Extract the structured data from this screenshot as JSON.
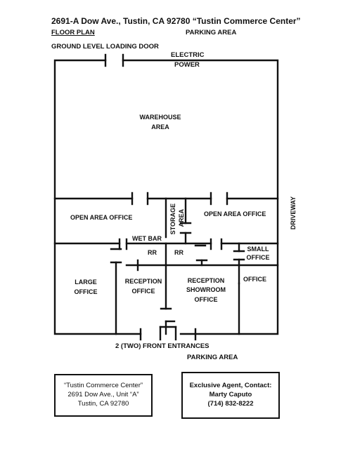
{
  "header": {
    "title": "2691-A Dow Ave., Tustin, CA 92780 “Tustin Commerce Center”",
    "floor_plan": "FLOOR PLAN",
    "parking_top": "PARKING AREA",
    "loading_door": "GROUND LEVEL LOADING DOOR",
    "electric": "ELECTRIC",
    "power": "POWER"
  },
  "rooms": {
    "warehouse_1": "WAREHOUSE",
    "warehouse_2": "AREA",
    "open_office_left": "OPEN AREA OFFICE",
    "open_office_right": "OPEN AREA OFFICE",
    "storage_1": "STORAGE",
    "storage_2": "AREA",
    "wet_bar": "WET BAR",
    "rr_left": "RR",
    "rr_right": "RR",
    "small_office_1": "SMALL",
    "small_office_2": "OFFICE",
    "large_office_1": "LARGE",
    "large_office_2": "OFFICE",
    "reception_1": "RECEPTION",
    "reception_2": "OFFICE",
    "showroom_1": "RECEPTION",
    "showroom_2": "SHOWROOM",
    "showroom_3": "OFFICE",
    "office": "OFFICE"
  },
  "labels": {
    "driveway": "DRIVEWAY",
    "front_entrances": "2 (TWO) FRONT ENTRANCES",
    "parking_bottom": "PARKING AREA"
  },
  "address_box": {
    "line1": "“Tustin Commerce Center”",
    "line2": "2691 Dow Ave., Unit “A”",
    "line3": "Tustin, CA 92780"
  },
  "agent_box": {
    "line1": "Exclusive Agent, Contact:",
    "line2": "Marty Caputo",
    "line3": "(714) 832-8222"
  }
}
